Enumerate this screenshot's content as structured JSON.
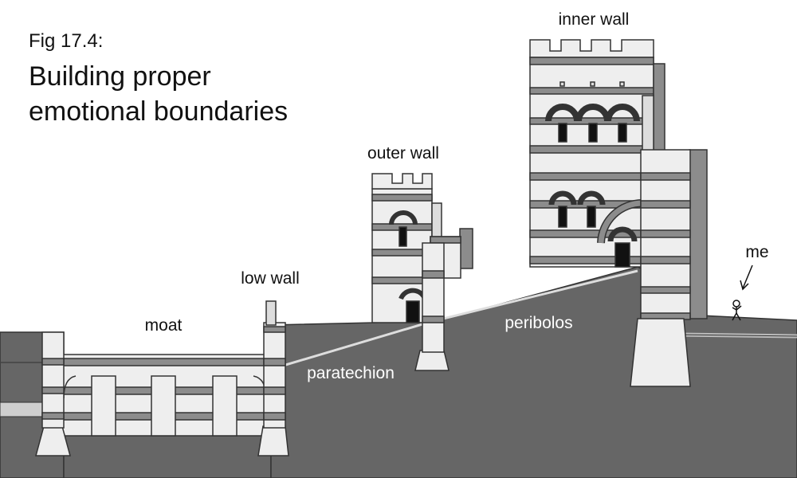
{
  "figure": {
    "label": "Fig 17.4:",
    "title_lines": [
      "Building proper",
      "emotional boundaries"
    ]
  },
  "labels": {
    "inner_wall": "inner wall",
    "outer_wall": "outer wall",
    "low_wall": "low wall",
    "moat": "moat",
    "peribolos": "peribolos",
    "paratechion": "paratechion",
    "me": "me"
  },
  "colors": {
    "ground": "#666666",
    "wall": "#eeeeee",
    "band": "#8c8c8c",
    "outline": "#333333",
    "text_dark": "#111111",
    "text_light": "#ffffff"
  }
}
